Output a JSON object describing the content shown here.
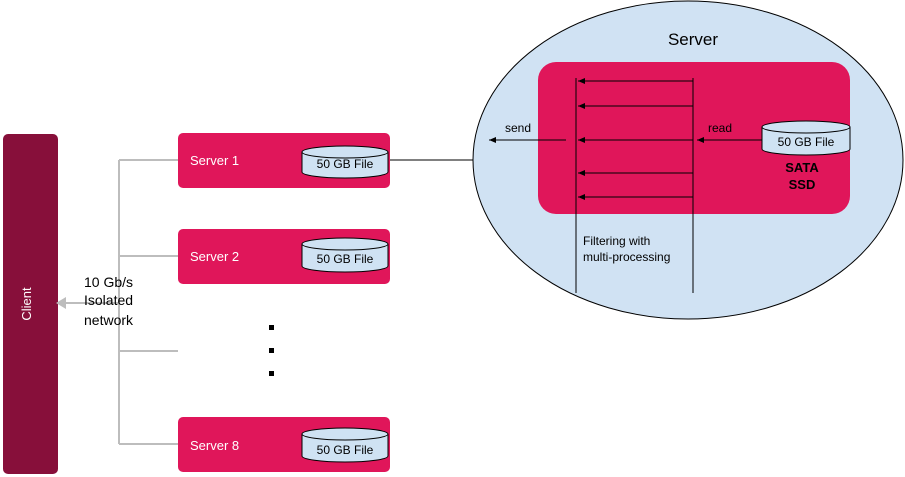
{
  "client": {
    "label": "Client"
  },
  "network": {
    "line1": "10 Gb/s",
    "line2": "Isolated",
    "line3": "network"
  },
  "servers": [
    {
      "label": "Server 1",
      "file": "50 GB File"
    },
    {
      "label": "Server 2",
      "file": "50 GB File"
    },
    {
      "label": "Server 8",
      "file": "50 GB File"
    }
  ],
  "ellipsis": ".\n.\n.",
  "detail": {
    "title": "Server",
    "send": "send",
    "read": "read",
    "file": "50 GB File",
    "ssd_line1": "SATA",
    "ssd_line2": "SSD",
    "filter_line1": "Filtering with",
    "filter_line2": "multi-processing"
  },
  "colors": {
    "client": "#870f3a",
    "server_box": "#e0165a",
    "ellipse_fill": "#d0e2f3",
    "disk_fill": "#cfe2f3",
    "line_gray": "#bdbdbd"
  }
}
